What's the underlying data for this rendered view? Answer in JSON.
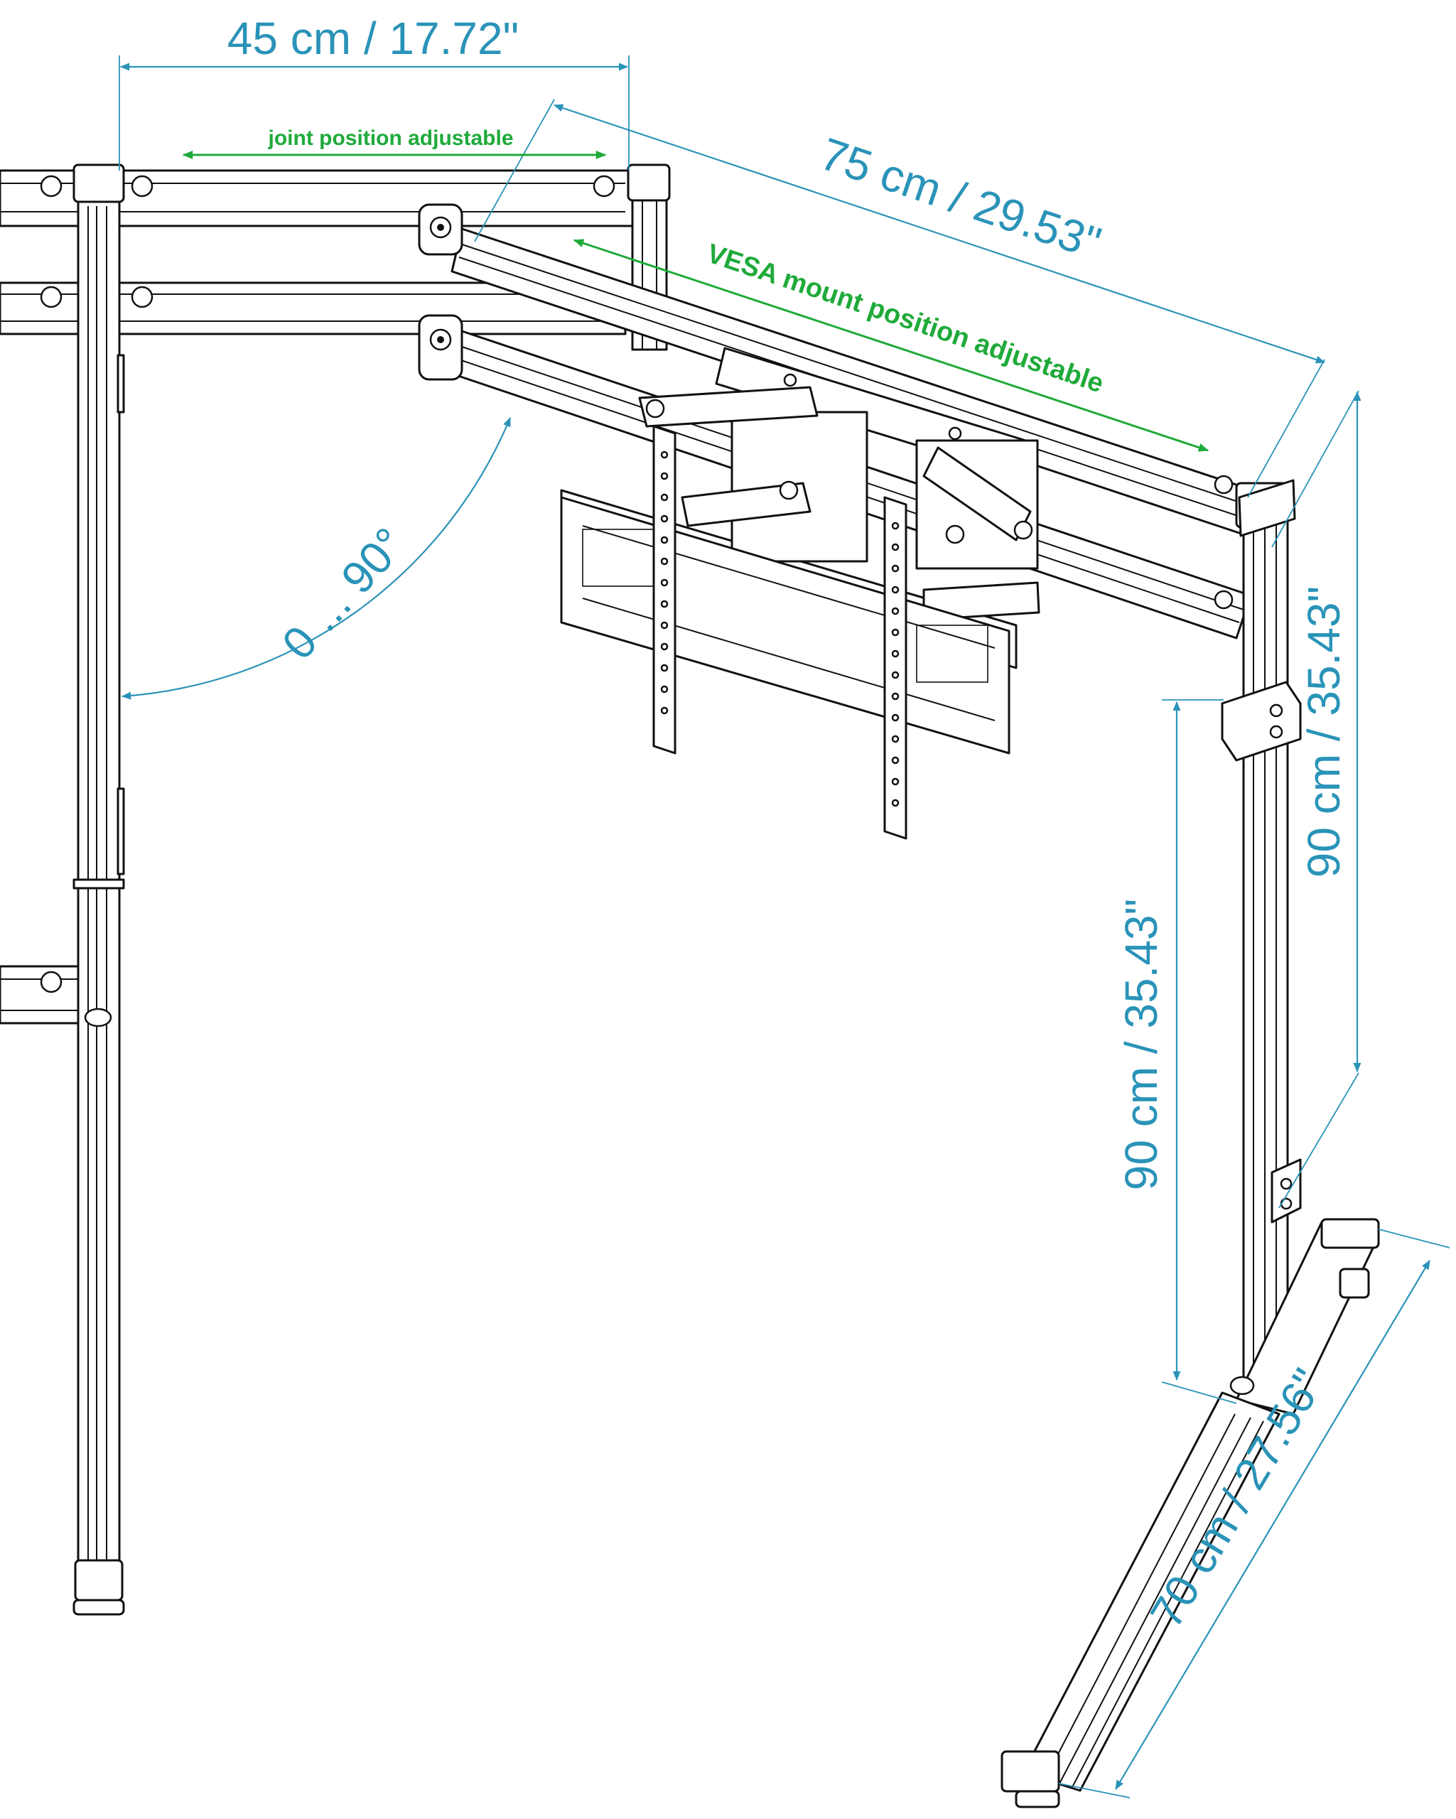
{
  "colors": {
    "dimension": "#2a93b8",
    "adjustable": "#1faa3a",
    "linework": "#111111",
    "background": "#ffffff"
  },
  "dimensions": {
    "top_width": "45 cm / 17.72\"",
    "arm_length": "75 cm / 29.53\"",
    "upper_height": "90 cm / 35.43\"",
    "lower_height": "90 cm / 35.43\"",
    "foot_length": "70 cm / 27.56\"",
    "rotation_angle": "0 ... 90°"
  },
  "adjustments": {
    "joint": "joint position adjustable",
    "vesa": "VESA mount position adjustable"
  }
}
